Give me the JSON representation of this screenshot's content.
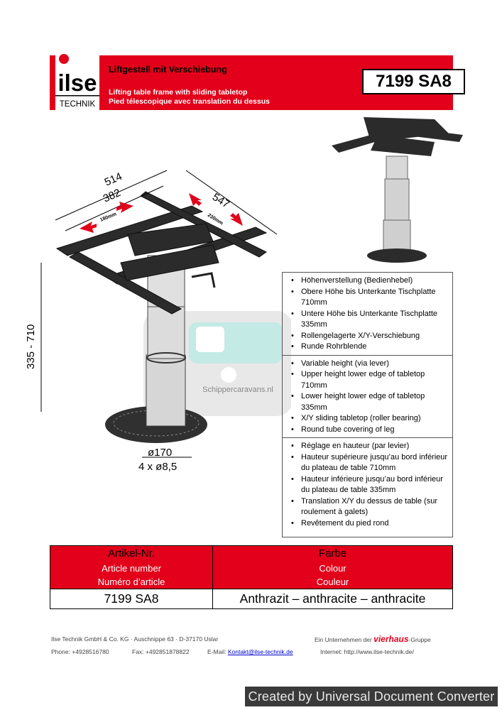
{
  "header": {
    "brand_top": "ilse",
    "brand_bottom": "TECHNIK",
    "title_de": "Liftgestell mit Verschiebung",
    "title_en": "Lifting table frame with sliding tabletop",
    "title_fr": "Pied télescopique avec translation du dessus",
    "article_number": "7199 SA8"
  },
  "drawing": {
    "dim_width_outer": "514",
    "dim_width_inner": "382",
    "dim_depth": "547",
    "slide_x": "180mm",
    "slide_y": "230mm",
    "dim_height": "335 - 710",
    "dim_base": "ø170",
    "dim_holes": "4 x ø8,5",
    "watermark_text": "Schippercaravans.nl"
  },
  "features": {
    "de": [
      "Höhenverstellung (Bedienhebel)",
      "Obere Höhe bis Unterkante Tischplatte 710mm",
      "Untere Höhe bis Unterkante Tischplatte 335mm",
      "Rollengelagerte X/Y-Verschiebung",
      "Runde Rohrblende"
    ],
    "en": [
      "Variable height (via lever)",
      "Upper height lower edge of tabletop 710mm",
      "Lower height lower edge of tabletop 335mm",
      "X/Y sliding tabletop (roller bearing)",
      "Round tube covering of leg"
    ],
    "fr": [
      "Réglage en hauteur (par levier)",
      "Hauteur supérieure jusqu’au bord inférieur du plateau de table 710mm",
      "Hauteur inférieure jusqu’au bord inférieur du plateau de table 335mm",
      "Translation X/Y du dessus de table (sur roulement à galets)",
      "Revêtement du pied rond"
    ]
  },
  "table": {
    "col1": {
      "de": "Artikel-Nr.",
      "en": "Article number",
      "fr": "Numéro d’article",
      "value": "7199 SA8"
    },
    "col2": {
      "de": "Farbe",
      "en": "Colour",
      "fr": "Couleur",
      "value": "Anthrazit – anthracite – anthracite"
    }
  },
  "footer": {
    "company": "Ilse Technik GmbH & Co. KG",
    "street": "Auschnippe 63",
    "city": "D-37170 Uslar",
    "phone": "Phone: +4928516780",
    "fax": "Fax: +492851878822",
    "email_label": "E-Mail:",
    "email": "Kontakt@ilse-technik.de",
    "internet": "Internet: http://www.ilse-technik.de/",
    "group_prefix": "Ein Unternehmen der",
    "group_brand": "vierhaus",
    "group_suffix": "-Gruppe"
  },
  "converter_watermark": "Created by Universal Document Converter",
  "colors": {
    "brand_red": "#e2001a",
    "frame_dark": "#2b2b2b",
    "tube_silver": "#d6d6d6"
  }
}
